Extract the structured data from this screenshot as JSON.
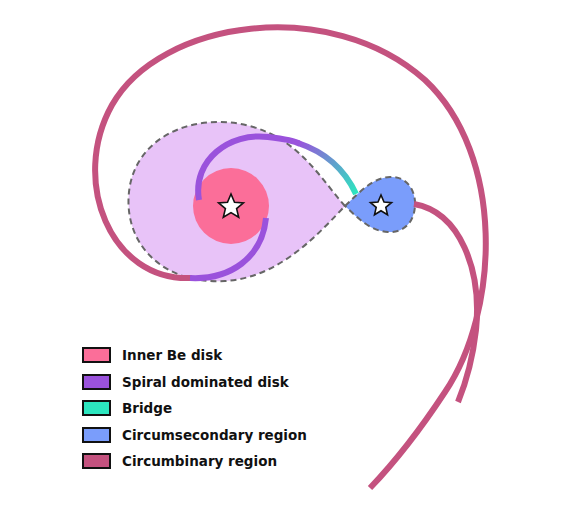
{
  "diagram": {
    "legend": [
      {
        "text": "Inner Be disk",
        "color": "#fb6e99"
      },
      {
        "text": "Spiral dominated disk",
        "color": "#9a52dc"
      },
      {
        "text": "Bridge",
        "color": "#2ce6bf"
      },
      {
        "text": "Circumsecondary region",
        "color": "#7a9dfb"
      },
      {
        "text": "Circumbinary region",
        "color": "#c4527f"
      }
    ]
  }
}
